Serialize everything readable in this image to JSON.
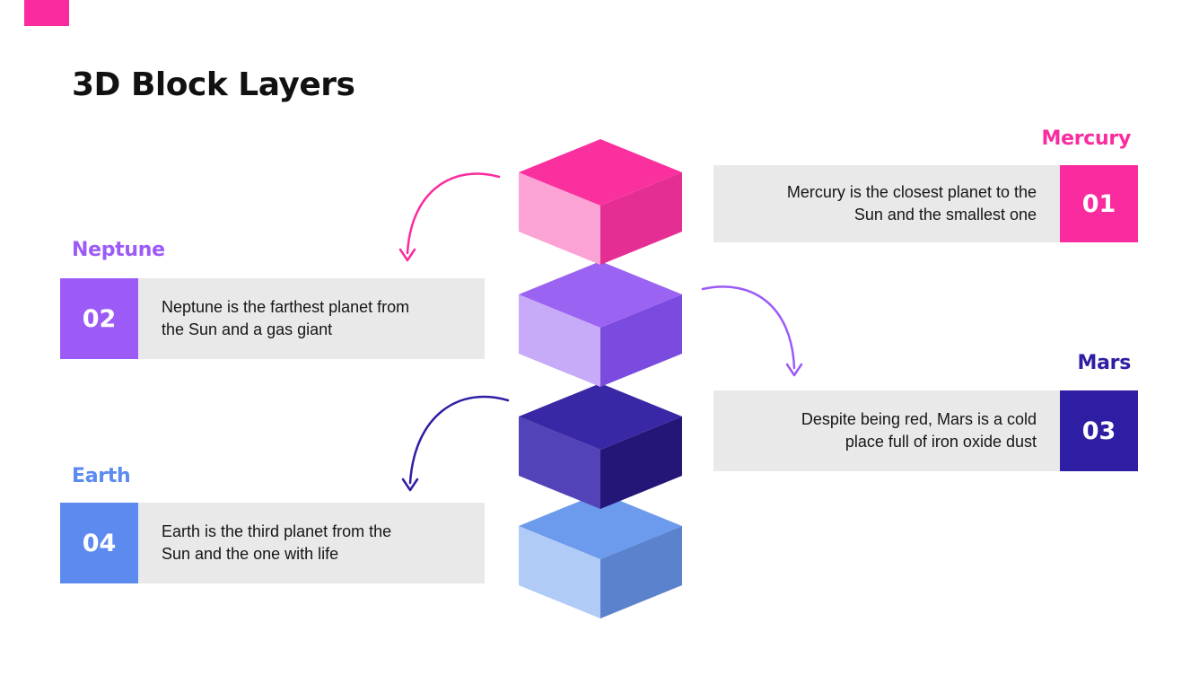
{
  "page": {
    "title": "3D Block Layers"
  },
  "accent": {
    "corner_color": "#FA2B9E"
  },
  "items": {
    "mercury": {
      "label": "Mercury",
      "number": "01",
      "text": "Mercury is the closest planet to the Sun and the smallest one",
      "color": "#FA2B9E"
    },
    "neptune": {
      "label": "Neptune",
      "number": "02",
      "text": "Neptune is the farthest planet from the Sun and a gas giant",
      "color": "#9C5BF7"
    },
    "mars": {
      "label": "Mars",
      "number": "03",
      "text": "Despite being red, Mars is a cold place full of iron oxide dust",
      "color": "#2E1EA3"
    },
    "earth": {
      "label": "Earth",
      "number": "04",
      "text": "Earth is the third planet from the Sun and the one with life",
      "color": "#5C8AEF"
    }
  },
  "blocks": {
    "mercury": {
      "top": "#FB309F",
      "left": "#FCA3D6",
      "right": "#E52E93"
    },
    "neptune": {
      "top": "#9B63F1",
      "left": "#C7ABF8",
      "right": "#7B4BE0"
    },
    "mars": {
      "top": "#3928A5",
      "left": "#5343B8",
      "right": "#241677"
    },
    "earth": {
      "top": "#6C9AEC",
      "left": "#B0CCF6",
      "right": "#5B82CC"
    }
  },
  "arrows": {
    "to_neptune": {
      "color": "#FA2B9E"
    },
    "to_mars": {
      "color": "#9C5BF7"
    },
    "to_earth": {
      "color": "#2E1EA3"
    }
  }
}
